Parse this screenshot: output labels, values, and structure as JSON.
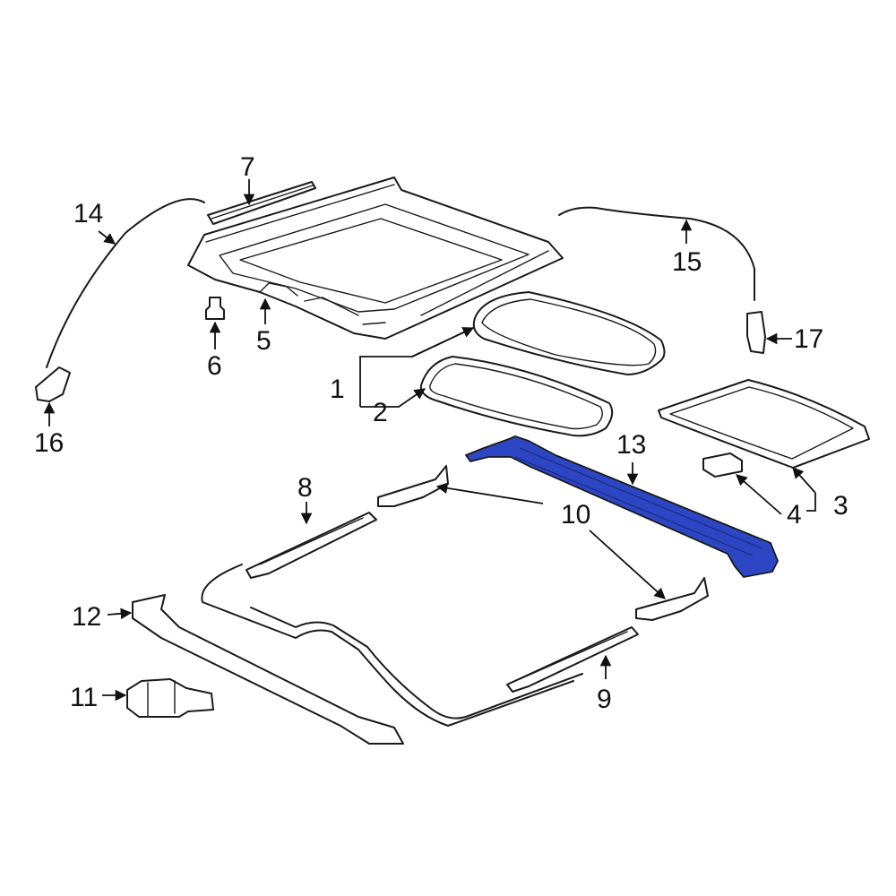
{
  "highlight_color": "#2d47c4",
  "callouts": {
    "c1": "1",
    "c2": "2",
    "c3": "3",
    "c4": "4",
    "c5": "5",
    "c6": "6",
    "c7": "7",
    "c8": "8",
    "c9": "9",
    "c10": "10",
    "c11": "11",
    "c12": "12",
    "c13": "13",
    "c14": "14",
    "c15": "15",
    "c16": "16",
    "c17": "17"
  }
}
